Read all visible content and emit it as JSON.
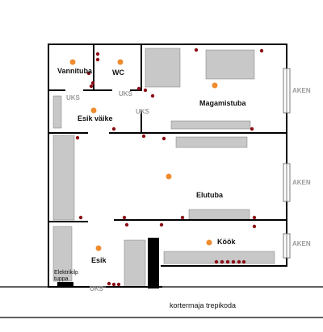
{
  "rooms": {
    "vannituba": "Vannituba",
    "wc": "WC",
    "magamistuba": "Magamistuba",
    "esik_vaike": "Esik väike",
    "elutuba": "Elutuba",
    "kook": "Köök",
    "esik": "Esik",
    "elektrikilp_line1": "Elektrikilp",
    "elektrikilp_line2": "tuppa"
  },
  "doors": {
    "uks_vannituba": "UKS",
    "uks_wc": "UKS",
    "uks_magamistuba": "UKS",
    "uks_entrance": "UKS"
  },
  "windows": {
    "aken_magamistuba": "AKEN",
    "aken_elutuba": "AKEN",
    "aken_kook": "AKEN"
  },
  "outside": {
    "stairwell": "kortermaja trepikoda"
  },
  "colors": {
    "wall": "#000000",
    "furniture": "#c8c8c8",
    "lamp": "#f08c30",
    "socket": "#8b0d16",
    "window": "#a8a8a8",
    "gray_text": "#9a9a9a"
  }
}
